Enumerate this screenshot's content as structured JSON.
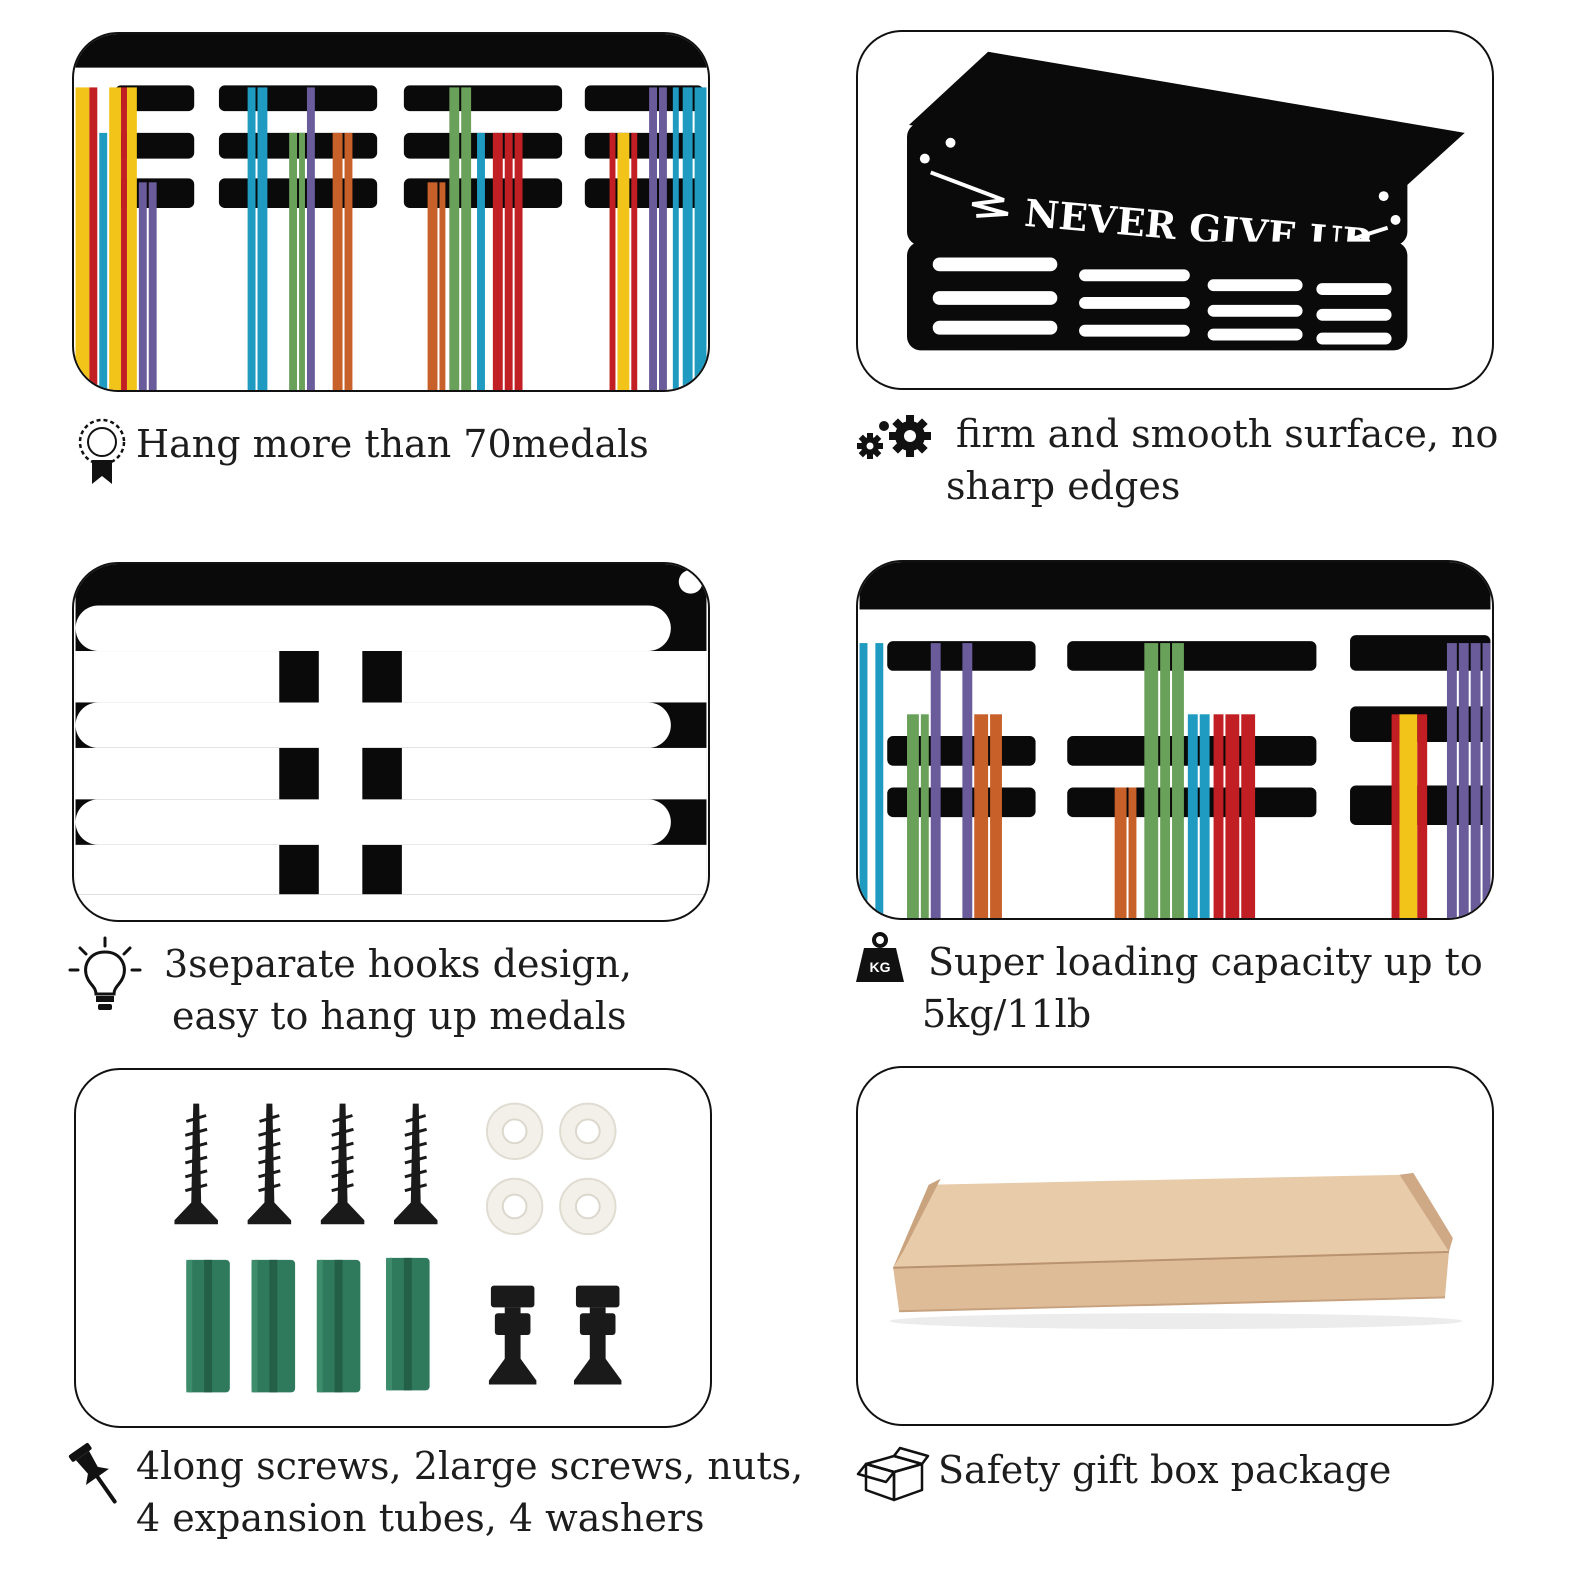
{
  "colors": {
    "metal": "#0a0a0a",
    "yellow": "#f2c318",
    "red": "#c11f24",
    "blue": "#1f9ac0",
    "purple": "#6a5b9a",
    "green": "#6aa15a",
    "orange": "#c8602a",
    "box": "#dfbc98",
    "anchor": "#2f7a5c",
    "washer": "#f3f0ea"
  },
  "panels": {
    "capacity": {
      "caption": [
        "Hang more than 70medals"
      ],
      "icon": "award-ribbon-icon"
    },
    "surface": {
      "slogan": "NEVER GIVE UP",
      "caption": [
        "firm and smooth surface, no",
        "sharp edges"
      ],
      "icon": "gears-icon"
    },
    "hooks": {
      "caption": [
        "3separate hooks design,",
        "easy to hang up medals"
      ],
      "icon": "lightbulb-icon"
    },
    "loading": {
      "caption": [
        "Super loading capacity  up to",
        "5kg/11lb"
      ],
      "icon": "kg-weight-icon",
      "icon_label": "KG"
    },
    "hardware": {
      "caption": [
        "4long  screws, 2large  screws, nuts,",
        "4  expansion  tubes,  4  washers"
      ],
      "icon": "push-pin-icon"
    },
    "package": {
      "caption": [
        "Safety gift box package"
      ],
      "icon": "open-box-icon"
    }
  }
}
